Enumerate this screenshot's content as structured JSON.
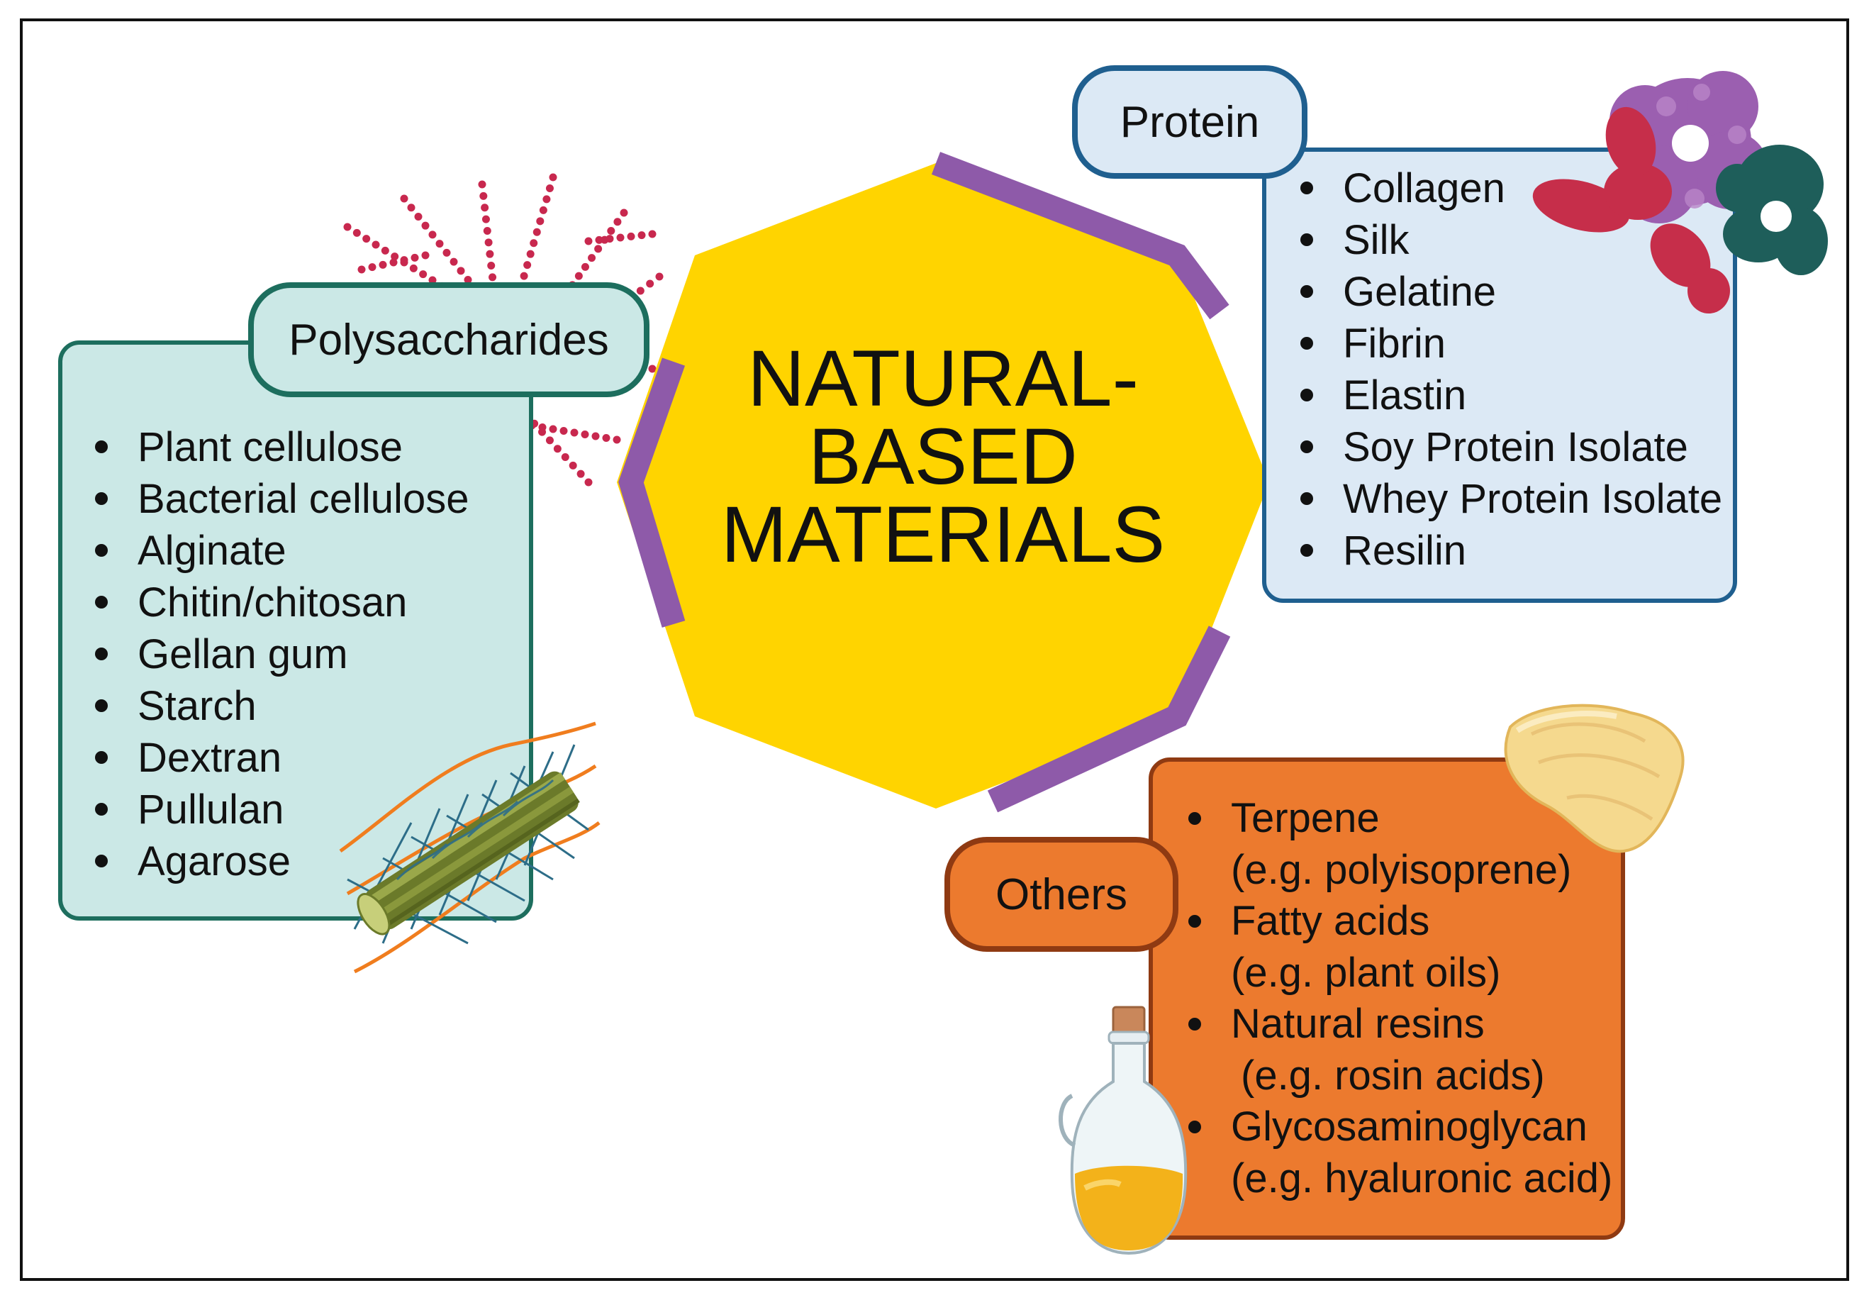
{
  "center": {
    "title_lines": [
      "NATURAL-",
      "BASED",
      "MATERIALS"
    ],
    "fill_color": "#ffd400",
    "accent_color": "#8e5aa9"
  },
  "polysaccharides": {
    "label": "Polysaccharides",
    "items": [
      "Plant cellulose",
      "Bacterial cellulose",
      "Alginate",
      "Chitin/chitosan",
      "Gellan gum",
      "Starch",
      "Dextran",
      "Pullulan",
      "Agarose"
    ],
    "fill_color": "#cbe8e6",
    "border_color": "#1d6e5e"
  },
  "protein": {
    "label": "Protein",
    "items": [
      "Collagen",
      "Silk",
      "Gelatine",
      "Fibrin",
      "Elastin",
      "Soy Protein Isolate",
      "Whey Protein Isolate",
      "Resilin"
    ],
    "fill_color": "#dce9f5",
    "border_color": "#1f5f8f"
  },
  "others": {
    "label": "Others",
    "items": [
      {
        "name": "Terpene",
        "example": "(e.g. polyisoprene)"
      },
      {
        "name": "Fatty acids",
        "example": "(e.g. plant oils)"
      },
      {
        "name": "Natural resins",
        "example": "(e.g. rosin acids)"
      },
      {
        "name": "Glycosaminoglycan",
        "example": "(e.g. hyaluronic acid)"
      }
    ],
    "fill_color": "#ec7a2e",
    "border_color": "#8f3a12"
  },
  "illustrations": [
    "branched-polymer-icon",
    "cellulose-fiber-icon",
    "protein-molecules-icon",
    "resin-piece-icon",
    "oil-bottle-icon"
  ]
}
